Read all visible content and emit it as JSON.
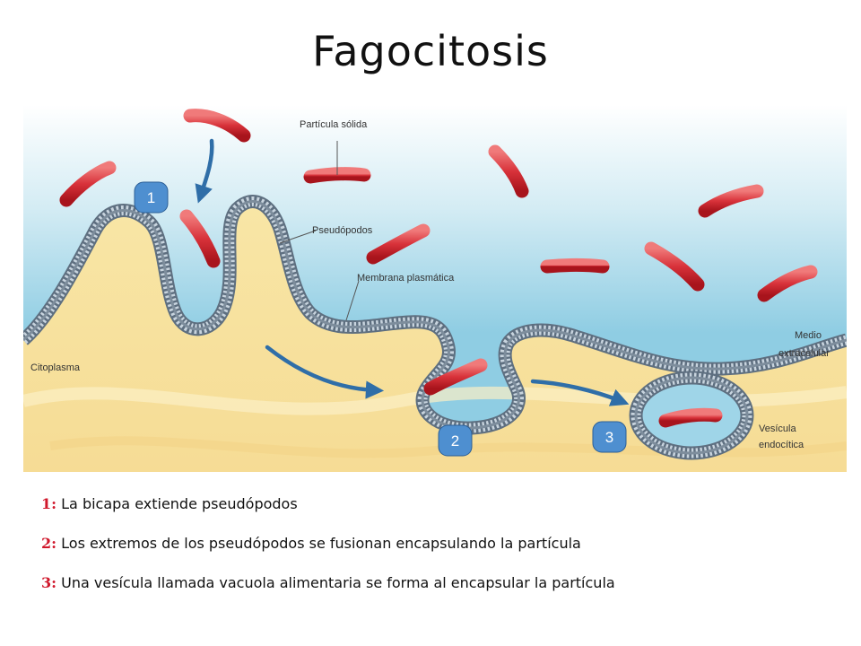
{
  "title": "Fagocitosis",
  "labels": {
    "particle": "Partícula sólida",
    "pseudopods": "Pseudópodos",
    "membrane": "Membrana plasmática",
    "extracellular_1": "Medio",
    "extracellular_2": "extracelular",
    "cytoplasm": "Citoplasma",
    "vesicle_1": "Vesícula",
    "vesicle_2": "endocítica"
  },
  "badges": [
    "1",
    "2",
    "3"
  ],
  "captions": [
    {
      "num": "1:",
      "text": "La bicapa extiende pseudópodos"
    },
    {
      "num": "2:",
      "text": "Los extremos de los pseudópodos se fusionan encapsulando la partícula"
    },
    {
      "num": "3:",
      "text": "Una vesícula llamada vacuola alimentaria se forma al encapsular la partícula"
    }
  ],
  "colors": {
    "extracellular_top": "#ffffff",
    "extracellular_mid": "#cfe9f2",
    "extracellular_low": "#8fcde3",
    "cytoplasm": "#f7e3a0",
    "membrane": "#5e6f80",
    "membrane_head": "#b9c7d3",
    "particle": "#d8323a",
    "arrow": "#2f6ea8",
    "badge": "#4e8fd0"
  }
}
